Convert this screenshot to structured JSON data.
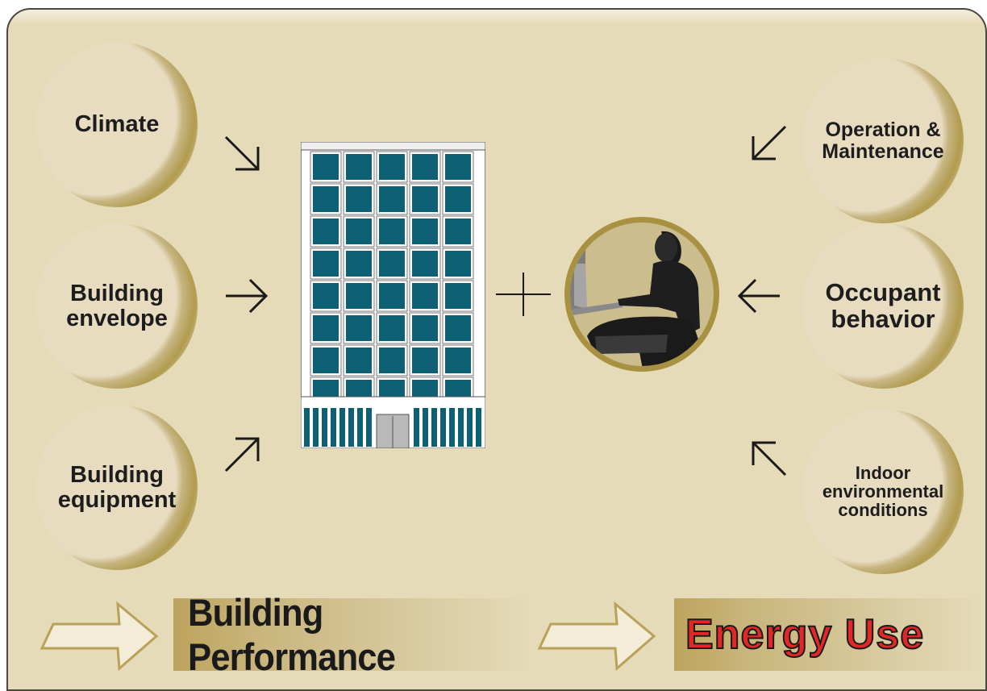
{
  "factors_left": [
    {
      "label": "Climate"
    },
    {
      "label": "Building\nenvelope"
    },
    {
      "label": "Building\nequipment"
    }
  ],
  "factors_right": [
    {
      "label": "Operation &\nMaintenance"
    },
    {
      "label": "Occupant\nbehavior"
    },
    {
      "label": "Indoor\nenvironmental\nconditions"
    }
  ],
  "results": {
    "building_performance": "Building Performance",
    "energy_use": "Energy Use"
  },
  "colors": {
    "background": "#e6dbb8",
    "ring_gold": "#b19b4e",
    "window_teal": "#0d5f74",
    "energy_red": "#e12827"
  },
  "icons": [
    "building-icon",
    "occupant-at-computer-icon",
    "plus-icon",
    "arrow-icons"
  ]
}
